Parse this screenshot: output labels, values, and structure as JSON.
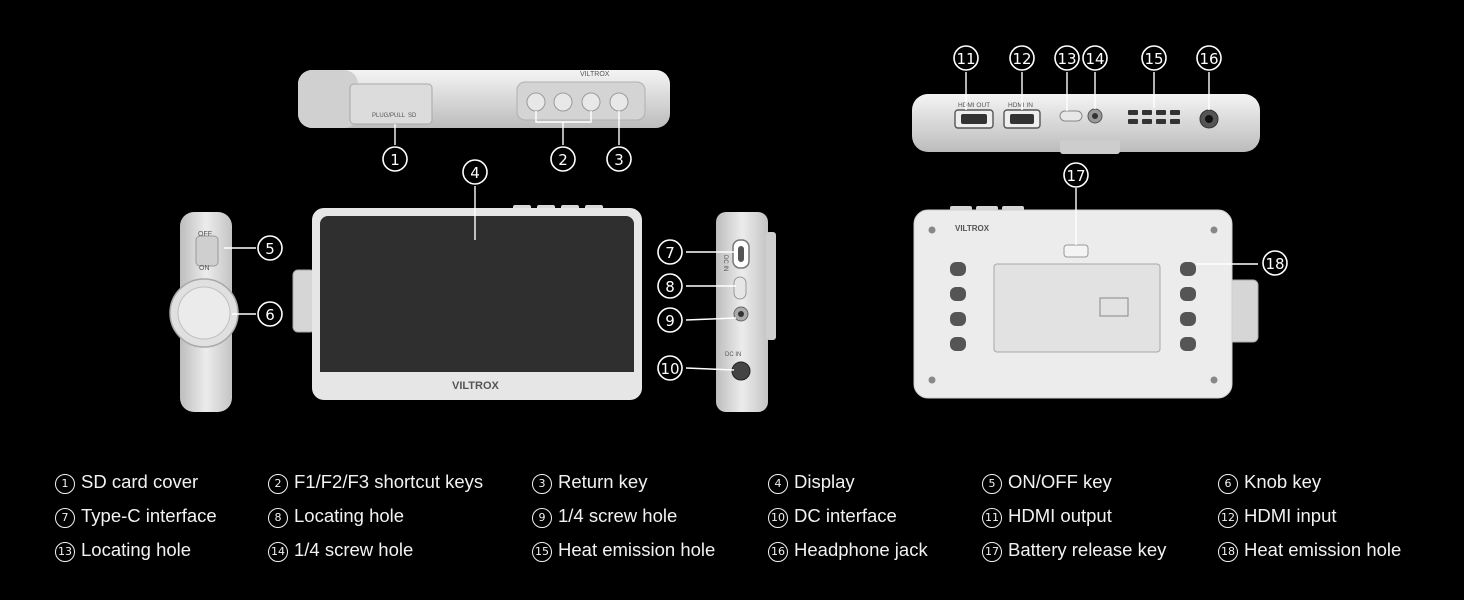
{
  "callouts": [
    "1",
    "2",
    "3",
    "4",
    "5",
    "6",
    "7",
    "8",
    "9",
    "10",
    "11",
    "12",
    "13",
    "14",
    "15",
    "16",
    "17",
    "18"
  ],
  "device_text": {
    "brand": "VILTROX",
    "sd_cover": "PLUG/PULL",
    "sd": "SD",
    "off": "OFF",
    "on": "ON",
    "hdmi_out": "HDMI OUT",
    "hdmi_in": "HDMI IN",
    "dc_in": "DC IN"
  },
  "legend": [
    {
      "num": "1",
      "label": "SD card cover"
    },
    {
      "num": "2",
      "label": "F1/F2/F3 shortcut keys"
    },
    {
      "num": "3",
      "label": "Return key"
    },
    {
      "num": "4",
      "label": "Display"
    },
    {
      "num": "5",
      "label": "ON/OFF key"
    },
    {
      "num": "6",
      "label": "Knob key"
    },
    {
      "num": "7",
      "label": "Type-C interface"
    },
    {
      "num": "8",
      "label": "Locating hole"
    },
    {
      "num": "9",
      "label": "1/4 screw hole"
    },
    {
      "num": "10",
      "label": "DC interface"
    },
    {
      "num": "11",
      "label": "HDMI output"
    },
    {
      "num": "12",
      "label": "HDMI input"
    },
    {
      "num": "13",
      "label": "Locating hole"
    },
    {
      "num": "14",
      "label": "1/4 screw hole"
    },
    {
      "num": "15",
      "label": "Heat emission hole"
    },
    {
      "num": "16",
      "label": "Headphone jack"
    },
    {
      "num": "17",
      "label": "Battery release key"
    },
    {
      "num": "18",
      "label": "Heat emission hole"
    }
  ],
  "colors": {
    "background": "#000000",
    "device": "#e4e4e4",
    "screen": "#2f2f2f",
    "text": "#ffffff"
  }
}
